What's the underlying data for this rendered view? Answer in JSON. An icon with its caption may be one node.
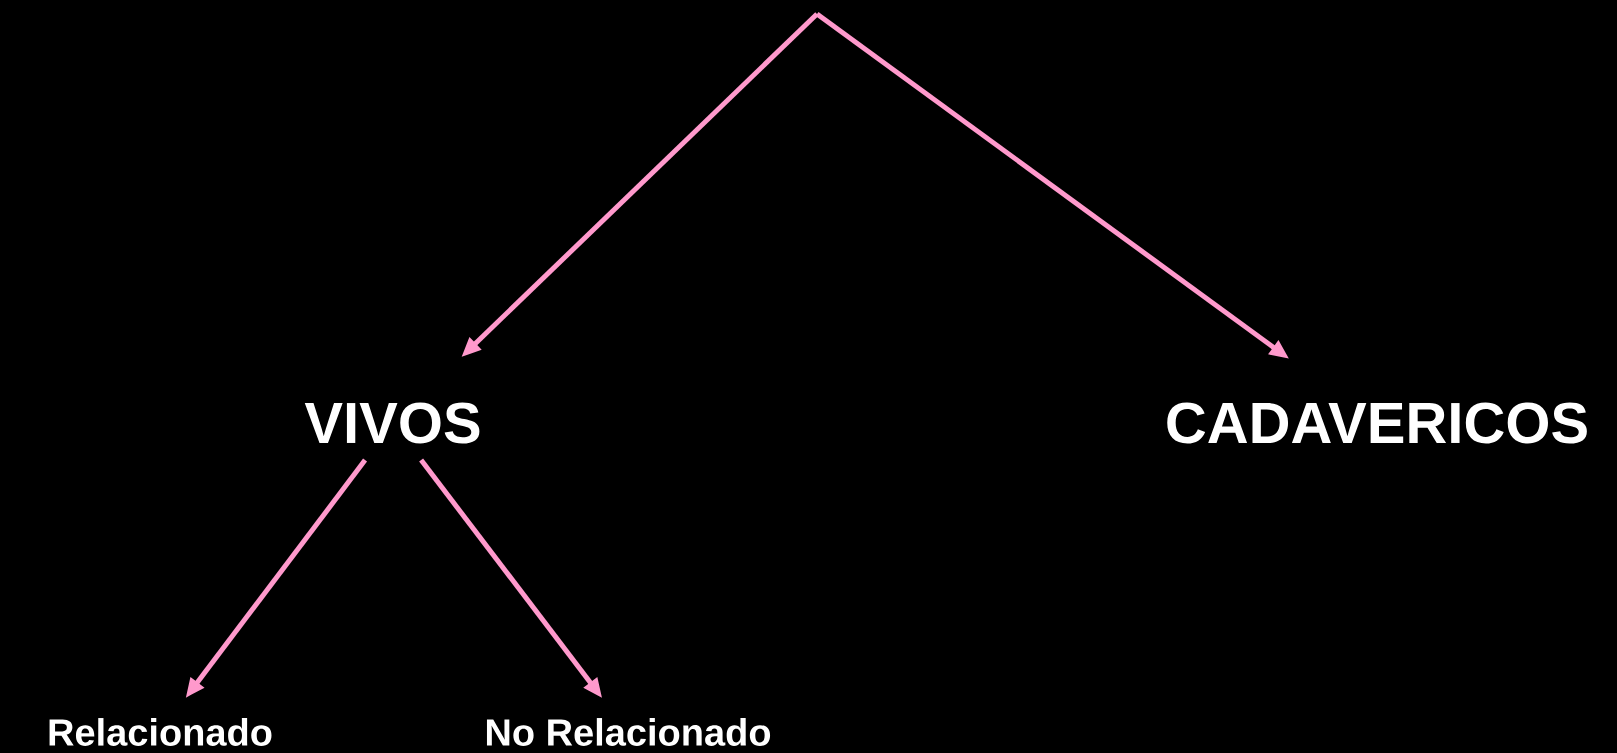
{
  "diagram": {
    "nodes": [
      {
        "text": [
          "VIVOS"
        ]
      },
      {
        "text": [
          "CADAVERICOS"
        ]
      },
      {
        "text": [
          "Relacionado"
        ]
      },
      {
        "text": [
          "No Relacionado"
        ]
      }
    ],
    "edges": [
      {
        "from": null,
        "to": 0,
        "arrow": "to"
      },
      {
        "from": null,
        "to": 1,
        "arrow": "to"
      },
      {
        "from": 0,
        "to": 2,
        "arrow": "to"
      },
      {
        "from": 0,
        "to": 3,
        "arrow": "to"
      }
    ]
  }
}
